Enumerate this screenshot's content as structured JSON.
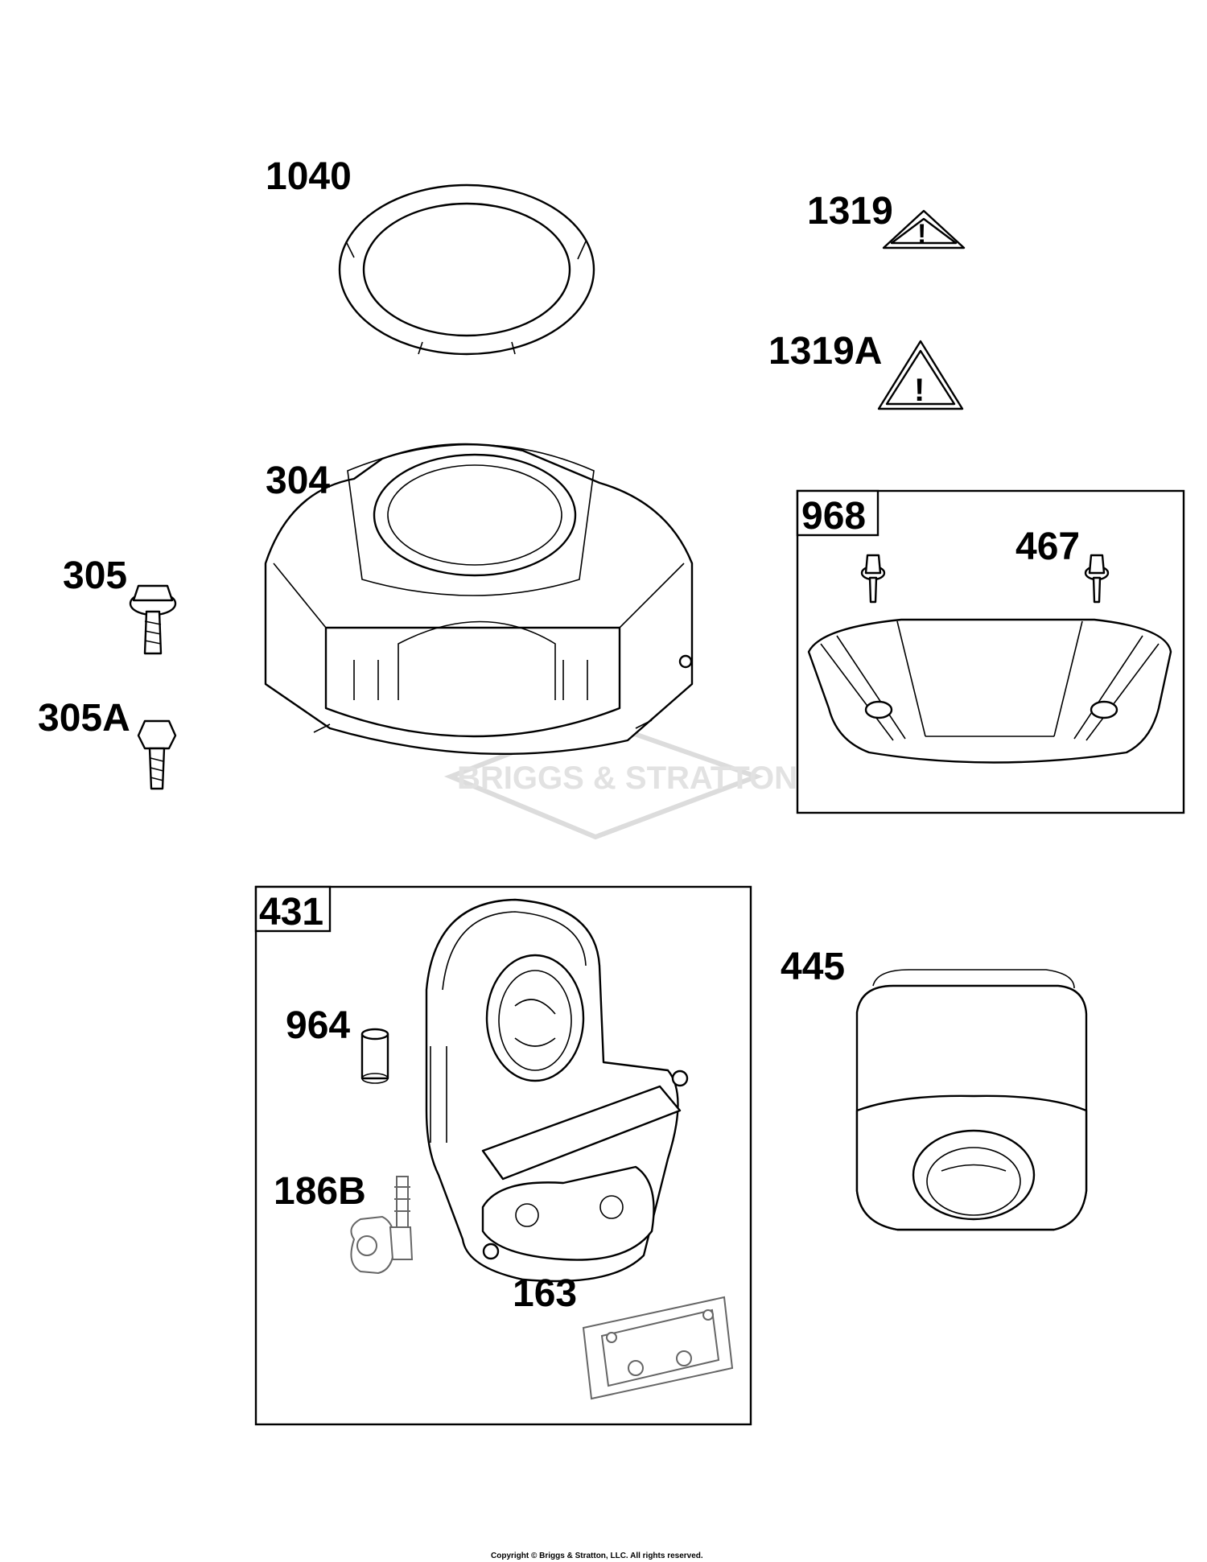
{
  "watermark": "BRIGGS & STRATTON",
  "copyright": "Copyright © Briggs & Stratton, LLC. All rights reserved.",
  "labels": {
    "l1040": "1040",
    "l1319": "1319",
    "l1319a": "1319A",
    "l304": "304",
    "l305": "305",
    "l305a": "305A",
    "l968": "968",
    "l467": "467",
    "l431": "431",
    "l964": "964",
    "l186b": "186B",
    "l163": "163",
    "l445": "445"
  }
}
